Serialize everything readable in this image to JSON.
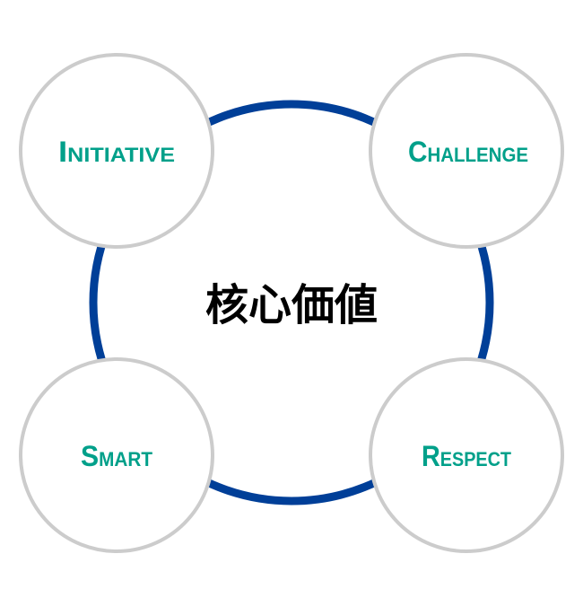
{
  "center_label": "核心価値",
  "values": [
    {
      "label": "Initiative"
    },
    {
      "label": "Challenge"
    },
    {
      "label": "Smart"
    },
    {
      "label": "Respect"
    }
  ],
  "colors": {
    "ring": "#003f98",
    "circle_border": "#cccccc",
    "label": "#00a08a"
  }
}
